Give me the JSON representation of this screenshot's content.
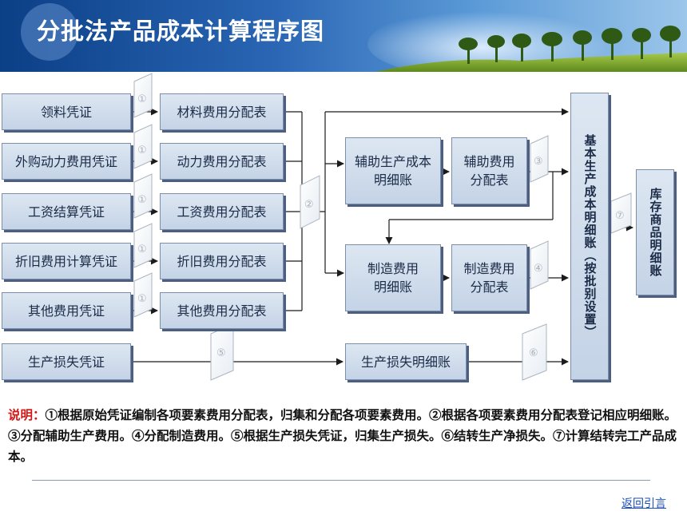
{
  "title": "分批法产品成本计算程序图",
  "vouchers": [
    {
      "label": "领料凭证"
    },
    {
      "label": "外购动力费用凭证"
    },
    {
      "label": "工资结算凭证"
    },
    {
      "label": "折旧费用计算凭证"
    },
    {
      "label": "其他费用凭证"
    },
    {
      "label": "生产损失凭证"
    }
  ],
  "allocation_tables": [
    {
      "label": "材料费用分配表"
    },
    {
      "label": "动力费用分配表"
    },
    {
      "label": "工资费用分配表"
    },
    {
      "label": "折旧费用分配表"
    },
    {
      "label": "其他费用分配表"
    }
  ],
  "middle": {
    "aux_ledger": "辅助生产成本\n明细账",
    "aux_alloc": "辅助费用\n分配表",
    "mfg_ledger": "制造费用\n明细账",
    "mfg_alloc": "制造费用\n分配表",
    "loss_ledger": "生产损失明细账"
  },
  "cost_ledger": "基本生产成本明细账（按批别设置）",
  "inventory_ledger": "库存商品明细账",
  "step_markers": [
    "①",
    "①",
    "①",
    "①",
    "①",
    "②",
    "③",
    "④",
    "⑤",
    "⑥",
    "⑦"
  ],
  "note": {
    "label": "说明：",
    "text": "①根据原始凭证编制各项要素费用分配表，归集和分配各项要素费用。②根据各项要素费用分配表登记相应明细账。③分配辅助生产费用。④分配制造费用。⑤根据生产损失凭证，归集生产损失。⑥结转生产净损失。⑦计算结转完工产品成本。"
  },
  "back_link": "返回引言",
  "colors": {
    "header_dark": "#0b3f86",
    "box_fill": "#ccdaeb",
    "note_label": "#d01818",
    "link": "#1a4fc0"
  }
}
